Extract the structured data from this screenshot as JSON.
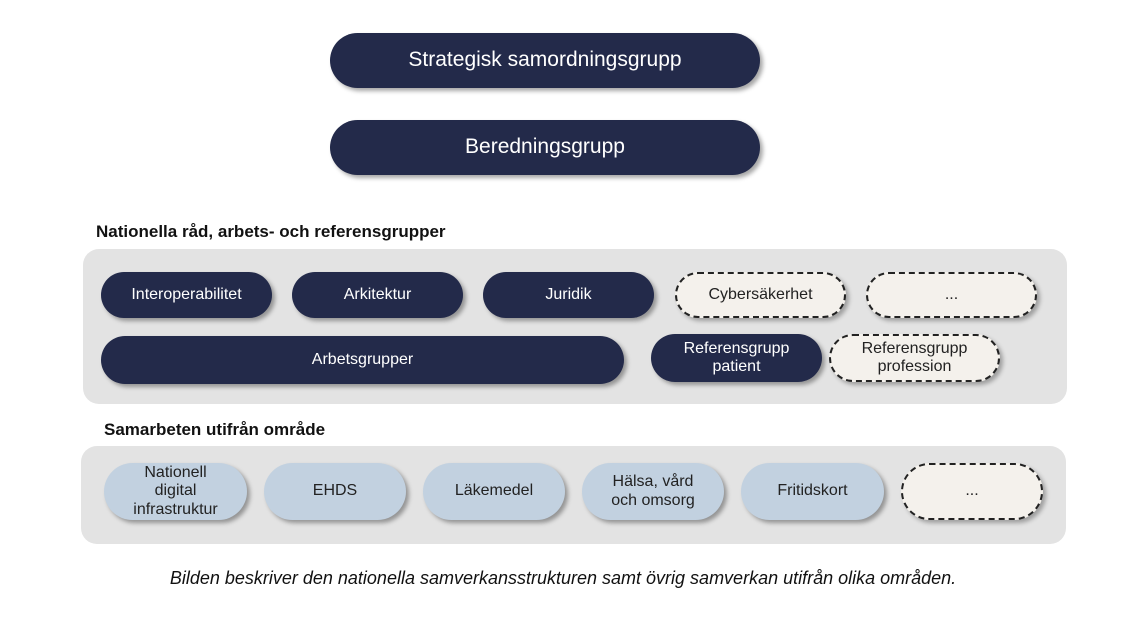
{
  "top": [
    "Strategisk samordningsgrupp",
    "Beredningsgrupp"
  ],
  "national": {
    "heading": "Nationella råd, arbets- och referensgrupper",
    "items": [
      "Interoperabilitet",
      "Arkitektur",
      "Juridik",
      "Cybersäkerhet",
      "...",
      "Arbetsgrupper",
      "Referensgrupp patient",
      "Referensgrupp profession"
    ]
  },
  "areas": {
    "heading": "Samarbeten utifrån område",
    "items": [
      "Nationell digital infrastruktur",
      "EHDS",
      "Läkemedel",
      "Hälsa, vård och omsorg",
      "Fritidskort",
      "..."
    ]
  },
  "caption": "Bilden beskriver den nationella samverkansstrukturen samt övrig samverkan utifrån olika områden."
}
